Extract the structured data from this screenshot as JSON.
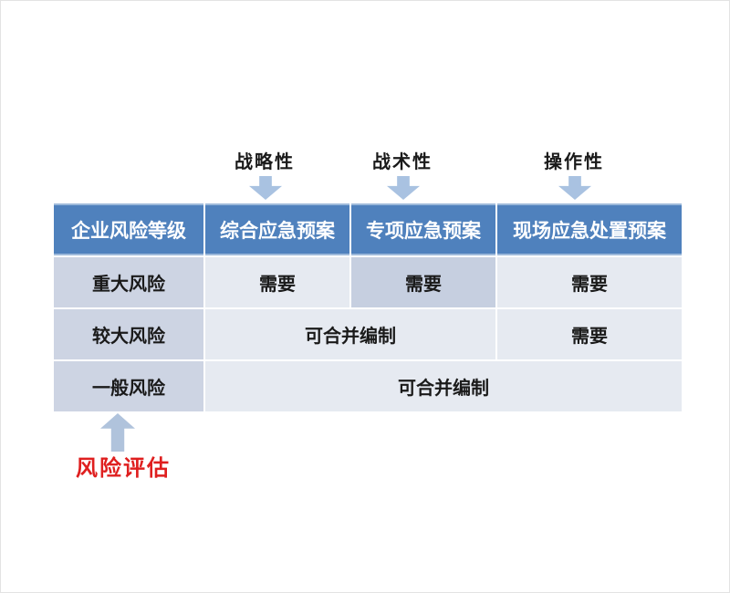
{
  "diagram": {
    "top_annotations": [
      {
        "label": "战略性"
      },
      {
        "label": "战术性"
      },
      {
        "label": "操作性"
      }
    ],
    "table": {
      "headers": {
        "risk_level": "企业风险等级",
        "comprehensive_plan": "综合应急预案",
        "special_plan": "专项应急预案",
        "onsite_plan": "现场应急处置预案"
      },
      "rows": {
        "major": {
          "level": "重大风险",
          "comprehensive": "需要",
          "special": "需要",
          "onsite": "需要"
        },
        "larger": {
          "level": "较大风险",
          "merged_comprehensive_special": "可合并编制",
          "onsite": "需要"
        },
        "general": {
          "level": "一般风险",
          "merged_all": "可合并编制"
        }
      }
    },
    "bottom_annotation": {
      "label": "风险评估"
    },
    "colors": {
      "header_bg": "#4f81bd",
      "header_text": "#ffffff",
      "level_column_bg": "#cdd4e3",
      "cell_bg": "#e6eaf1",
      "highlight_cell_bg": "#c6cfe0",
      "arrow_fill": "#a9c2e1",
      "annotation_red": "#df1f1f"
    }
  }
}
